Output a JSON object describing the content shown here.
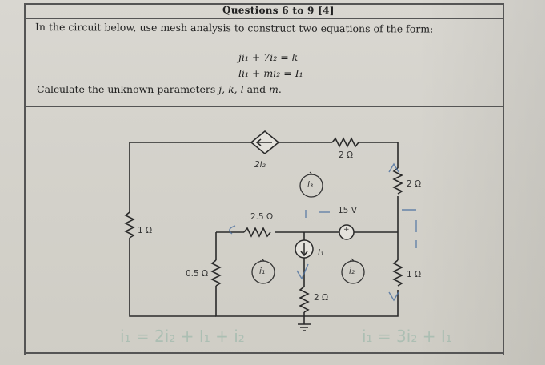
{
  "header": {
    "title": "Questions 6 to 9 [4]"
  },
  "problem": {
    "intro": "In the circuit below, use mesh analysis to construct two equations of the form:",
    "eq1": "ji₁ + 7i₂ = k",
    "eq2": "li₁ + mi₂ = I₁",
    "calc_prefix": "Calculate the unknown parameters ",
    "calc_vars": "j, k, l",
    "calc_and": " and ",
    "calc_m": "m",
    "calc_end": "."
  },
  "circuit": {
    "r_left": "1 Ω",
    "r_half": "0.5 Ω",
    "r_25": "2.5 Ω",
    "r_top": "2 Ω",
    "r_right_top": "2 Ω",
    "r_right_bot": "1 Ω",
    "r_bottom": "2 Ω",
    "dep_source": "2i₂",
    "v_source": "15 V",
    "current_source": "I₁",
    "mesh_i1": "i₁",
    "mesh_i2": "i₂",
    "mesh_i3": "i₃",
    "vs_plus": "+"
  },
  "handwriting": {
    "left": "i₁ = 2i₂ + I₁ + i₂",
    "right": "i₁ = 3i₂ + I₁"
  },
  "colors": {
    "ink": "#222222",
    "wire": "#2a2a2a",
    "pencil": "#8fb3a4"
  }
}
